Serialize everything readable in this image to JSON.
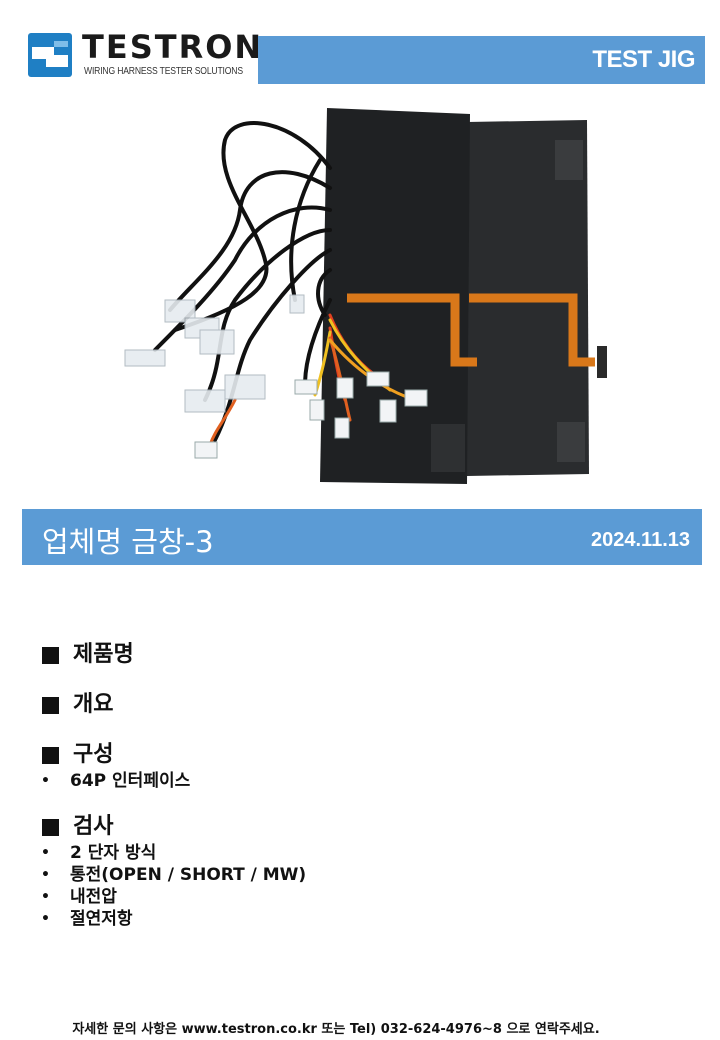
{
  "brand": {
    "name": "TESTRON",
    "tagline": "WIRING HARNESS TESTER SOLUTIONS",
    "color": "#1f7fc4"
  },
  "header": {
    "title": "TEST JIG",
    "bar_color": "#5b9bd5"
  },
  "title_bar": {
    "title": "업체명 금창-3",
    "date": "2024.11.13"
  },
  "sections": [
    {
      "heading": "제품명",
      "bullets": []
    },
    {
      "heading": "개요",
      "bullets": []
    },
    {
      "heading": "구성",
      "bullets": [
        "64P 인터페이스"
      ]
    },
    {
      "heading": "검사",
      "bullets": [
        "2 단자 방식",
        "통전(OPEN / SHORT / MW)",
        "내전압",
        "절연저항"
      ]
    }
  ],
  "footer": {
    "text": "자세한 문의 사항은 www.testron.co.kr 또는 Tel) 032-624-4976~8 으로 연락주세요."
  },
  "icons": {
    "section_marker": "black-square-icon",
    "bullet": "bullet-dot-icon"
  }
}
